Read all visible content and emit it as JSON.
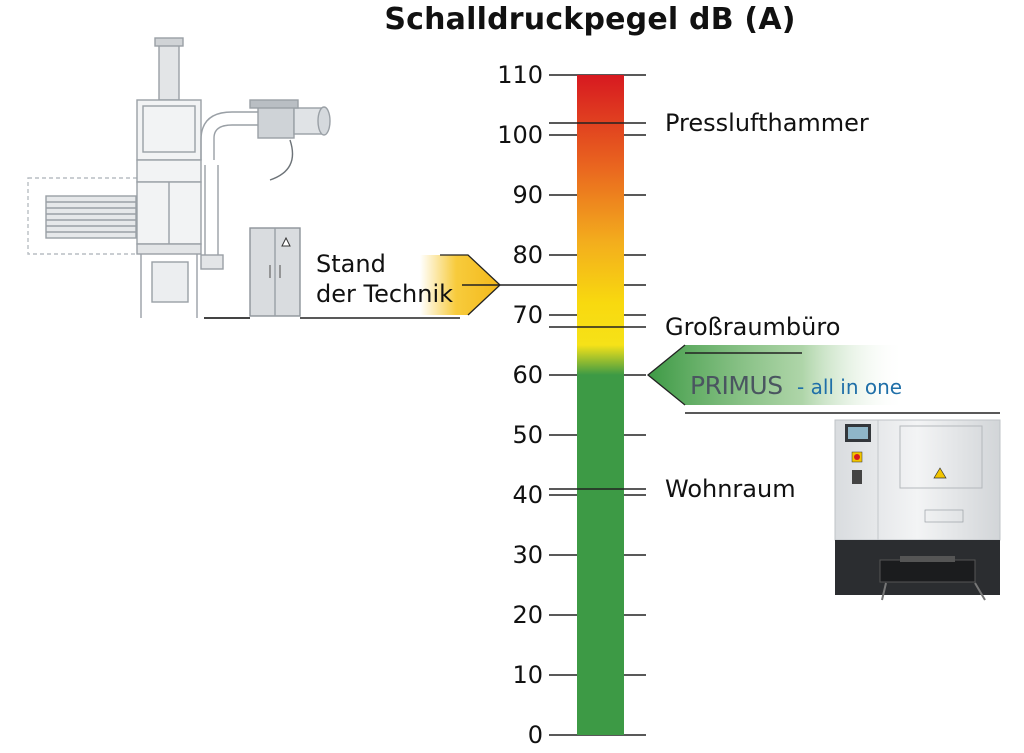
{
  "chart_data": {
    "type": "bar",
    "title": "Schalldruckpegel dB (A)",
    "ylim": [
      0,
      110
    ],
    "yticks": [
      0,
      10,
      20,
      30,
      40,
      50,
      60,
      70,
      80,
      90,
      100,
      110
    ],
    "gradient_stops": [
      {
        "value": 110,
        "color": "#d71920"
      },
      {
        "value": 95,
        "color": "#e9641f"
      },
      {
        "value": 82,
        "color": "#f3ae1d"
      },
      {
        "value": 72,
        "color": "#f8d90f"
      },
      {
        "value": 65,
        "color": "#f6e218"
      },
      {
        "value": 60,
        "color": "#3d9a45"
      },
      {
        "value": 0,
        "color": "#3d9a45"
      }
    ],
    "reference_levels": [
      {
        "value": 102,
        "label": "Presslufthammer"
      },
      {
        "value": 68,
        "label": "Großraumbüro"
      },
      {
        "value": 41,
        "label": "Wohnraum"
      }
    ],
    "markers": [
      {
        "value": 75,
        "label_lines": [
          "Stand",
          "der Technik"
        ],
        "color": "#f6c21a"
      },
      {
        "value": 60,
        "label_main": "PRIMUS",
        "label_sub": "- all in one",
        "color": "#3d9a45"
      }
    ]
  },
  "illustrations": {
    "left": "industrial-dust-collector-image",
    "right": "primus-machine-image"
  }
}
